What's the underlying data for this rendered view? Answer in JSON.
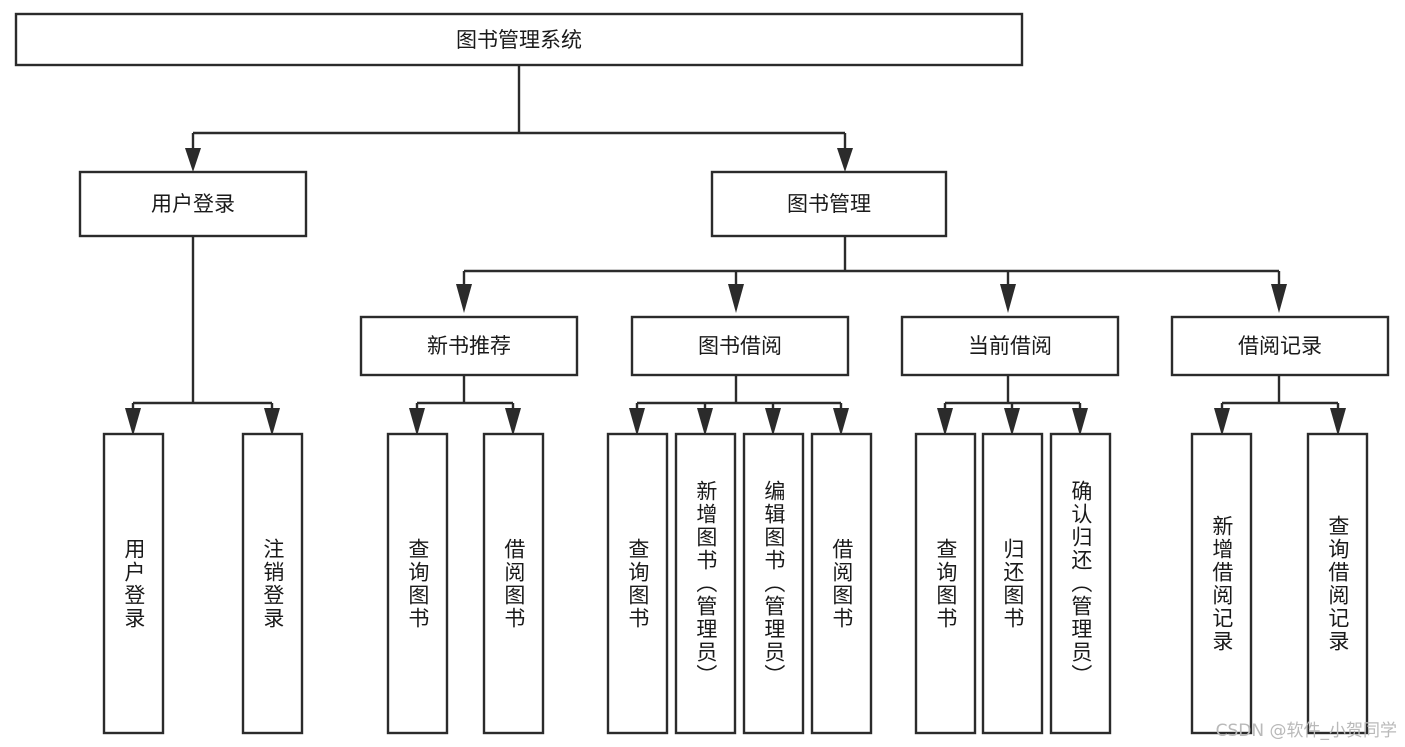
{
  "diagram": {
    "type": "tree",
    "title_node": {
      "id": "root",
      "label": "图书管理系统"
    },
    "level2": [
      {
        "id": "user-login",
        "label": "用户登录"
      },
      {
        "id": "book-manage",
        "label": "图书管理"
      }
    ],
    "level3": [
      {
        "id": "new-book-recommend",
        "label": "新书推荐"
      },
      {
        "id": "book-borrow",
        "label": "图书借阅"
      },
      {
        "id": "current-borrow",
        "label": "当前借阅"
      },
      {
        "id": "borrow-record",
        "label": "借阅记录"
      }
    ],
    "leaves": [
      {
        "id": "leaf-user-login",
        "label": "用户登录",
        "parent": "user-login"
      },
      {
        "id": "leaf-user-logout",
        "label": "注销登录",
        "parent": "user-login"
      },
      {
        "id": "leaf-query-book-1",
        "label": "查询图书",
        "parent": "new-book-recommend"
      },
      {
        "id": "leaf-borrow-book-1",
        "label": "借阅图书",
        "parent": "new-book-recommend"
      },
      {
        "id": "leaf-query-book-2",
        "label": "查询图书",
        "parent": "book-borrow"
      },
      {
        "id": "leaf-add-book",
        "label": "新增图书（管理员）",
        "parent": "book-borrow"
      },
      {
        "id": "leaf-edit-book",
        "label": "编辑图书（管理员）",
        "parent": "book-borrow"
      },
      {
        "id": "leaf-borrow-book-2",
        "label": "借阅图书",
        "parent": "book-borrow"
      },
      {
        "id": "leaf-query-book-3",
        "label": "查询图书",
        "parent": "current-borrow"
      },
      {
        "id": "leaf-return-book",
        "label": "归还图书",
        "parent": "current-borrow"
      },
      {
        "id": "leaf-confirm-return",
        "label": "确认归还（管理员）",
        "parent": "current-borrow"
      },
      {
        "id": "leaf-add-record",
        "label": "新增借阅记录",
        "parent": "borrow-record"
      },
      {
        "id": "leaf-query-record",
        "label": "查询借阅记录",
        "parent": "borrow-record"
      }
    ],
    "colors": {
      "stroke": "#2b2b2b",
      "box_fill": "#ffffff",
      "text": "#1a1a1a",
      "background": "#ffffff",
      "watermark": "#b9b9b9"
    }
  },
  "watermark": {
    "text": "CSDN @软件_小贺同学"
  }
}
